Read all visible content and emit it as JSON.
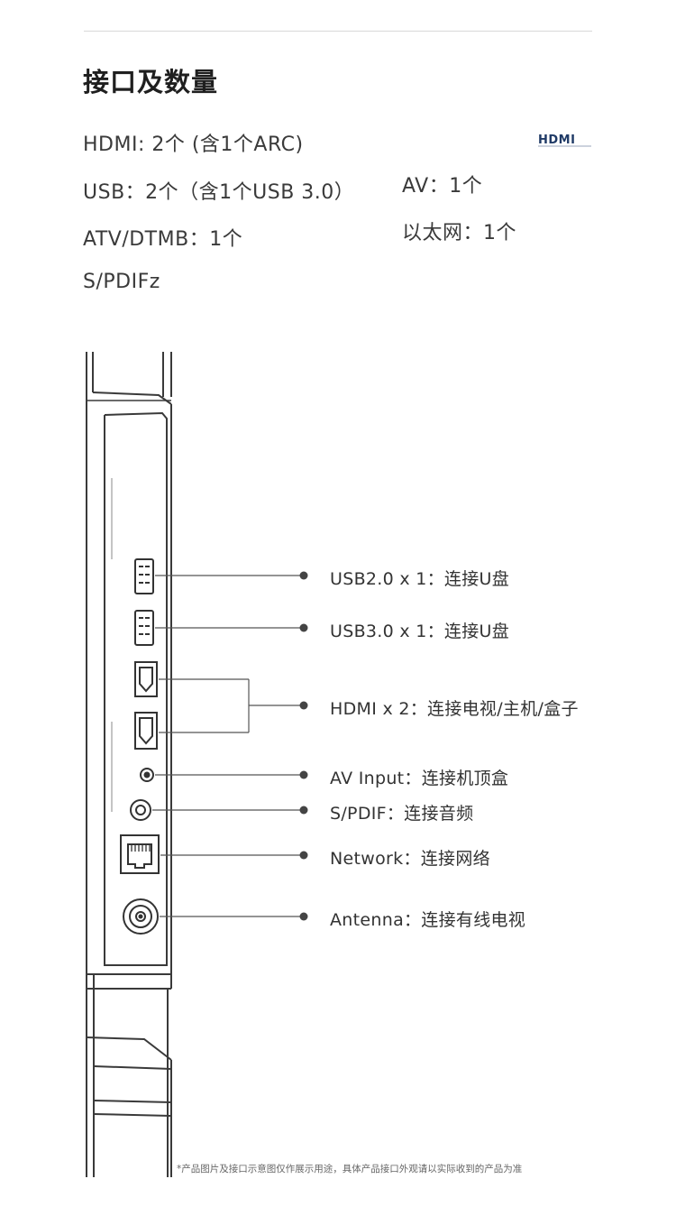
{
  "section": {
    "title": "接口及数量"
  },
  "specs": {
    "hdmi": "HDMI: 2个 (含1个ARC)",
    "usb": "USB：2个（含1个USB 3.0）",
    "atv": "ATV/DTMB：1个",
    "spdif": "S/PDIFz",
    "av": "AV：1个",
    "ethernet": "以太网：1个"
  },
  "logo": {
    "text": "HDMI",
    "icon": "hdmi-logo"
  },
  "ports": [
    {
      "label": "USB2.0 x 1：连接U盘"
    },
    {
      "label": "USB3.0 x 1：连接U盘"
    },
    {
      "label": "HDMI x 2：连接电视/主机/盒子"
    },
    {
      "label": "AV Input：连接机顶盒"
    },
    {
      "label": "S/PDIF：连接音频"
    },
    {
      "label": "Network：连接网络"
    },
    {
      "label": "Antenna：连接有线电视"
    }
  ],
  "footnote": "*产品图片及接口示意图仅作展示用途，具体产品接口外观请以实际收到的产品为准",
  "colors": {
    "line": "#555555",
    "text": "#333333",
    "dot": "#444444"
  }
}
